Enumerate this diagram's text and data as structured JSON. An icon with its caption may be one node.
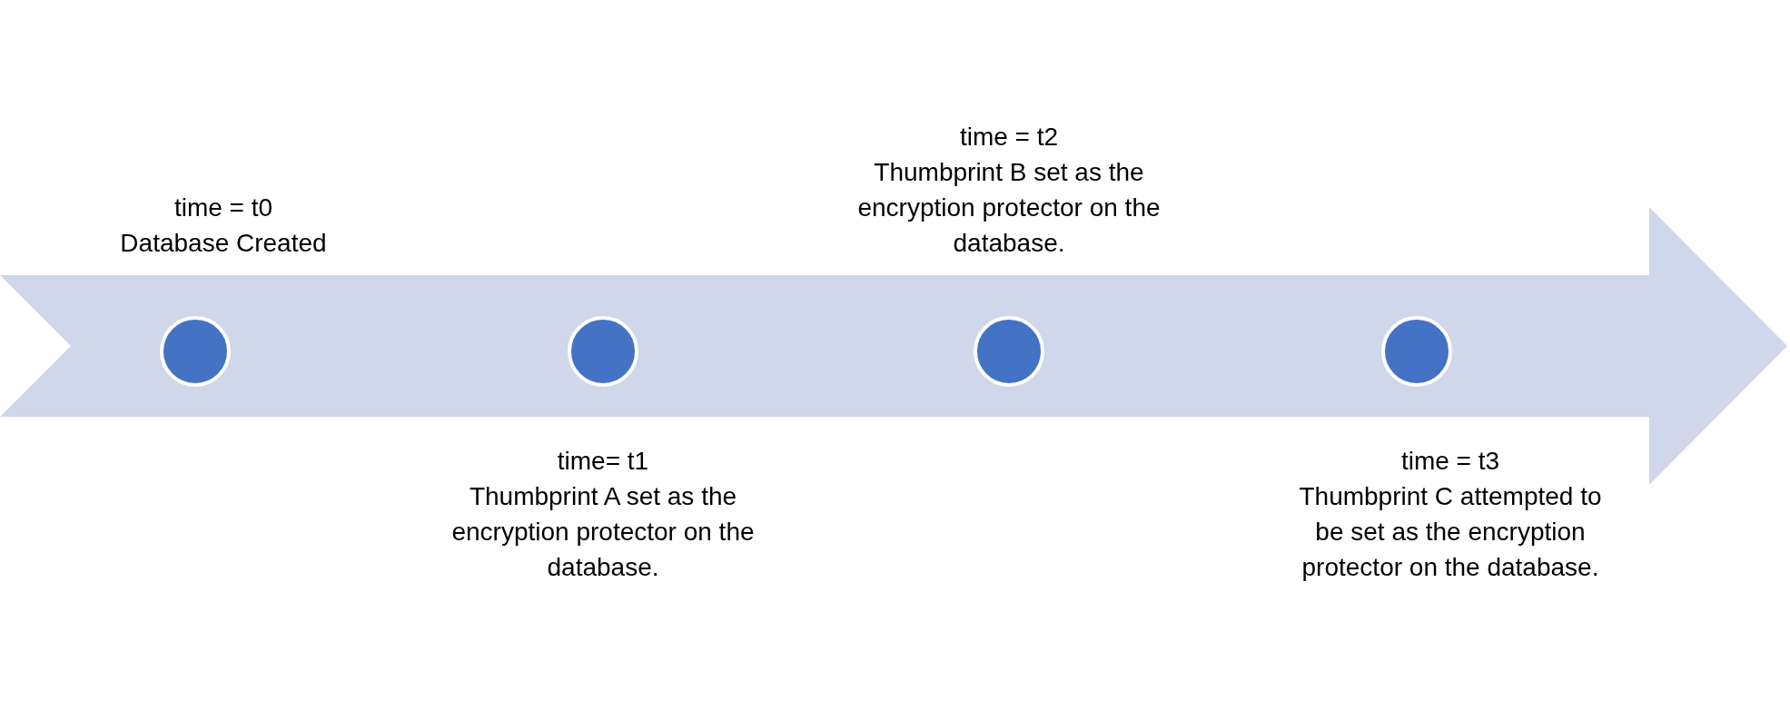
{
  "diagram": {
    "nodes": [
      {
        "text": [],
        "shape": "circle",
        "beside": [
          "time = t0",
          "Database Created"
        ]
      },
      {
        "text": [],
        "shape": "circle",
        "beside": [
          "time= t1",
          "Thumbprint A set as the encryption protector on the database."
        ]
      },
      {
        "text": [],
        "shape": "circle",
        "beside": [
          "time = t2",
          "Thumbprint B set as the encryption protector on the database."
        ]
      },
      {
        "text": [],
        "shape": "circle",
        "beside": [
          "time = t3",
          "Thumbprint C attempted to be set as the encryption protector on the database."
        ]
      }
    ]
  }
}
